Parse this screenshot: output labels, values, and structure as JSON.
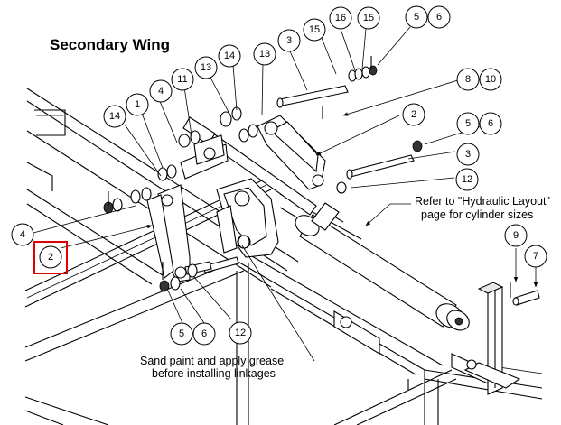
{
  "title": "Secondary Wing",
  "notes": {
    "hydraulic_line1": "Refer to \"Hydraulic Layout\"",
    "hydraulic_line2": "page for cylinder sizes",
    "grease_line1": "Sand paint and apply grease",
    "grease_line2": "before installing linkages"
  },
  "callouts": [
    "16",
    "15",
    "5",
    "6",
    "15",
    "3",
    "14",
    "13",
    "13",
    "11",
    "4",
    "1",
    "14",
    "8",
    "10",
    "2",
    "5",
    "6",
    "3",
    "12",
    "4",
    "2",
    "5",
    "6",
    "12",
    "9",
    "7"
  ],
  "highlight": {
    "label": "2",
    "color": "#e00000"
  }
}
